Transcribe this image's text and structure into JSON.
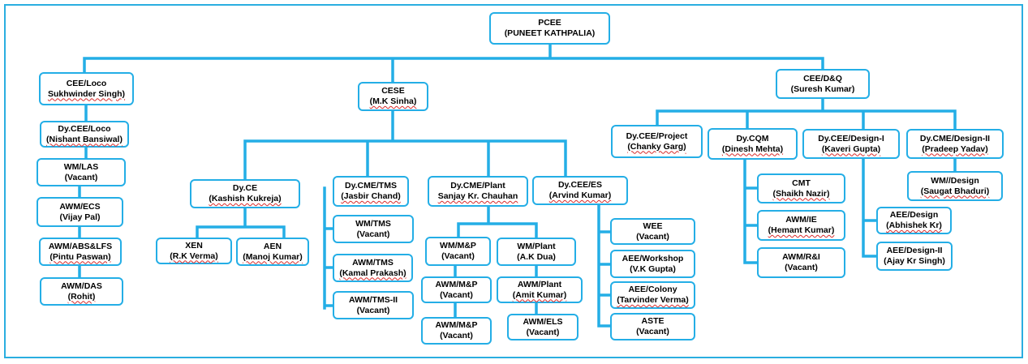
{
  "theme": {
    "accent": "#24aee6",
    "text": "#000000",
    "spellcheck": "#d82a2a"
  },
  "nodes": {
    "pcee": {
      "title": "PCEE",
      "name": "(PUNEET KATHPALIA)"
    },
    "cee_loco": {
      "title": "CEE/Loco",
      "name": "Sukhwinder Singh)"
    },
    "dy_cee_loco": {
      "title": "Dy.CEE/Loco",
      "name": "(Nishant Bansiwal)"
    },
    "wm_las": {
      "title": "WM/LAS",
      "name": "(Vacant)"
    },
    "awm_ecs": {
      "title": "AWM/ECS",
      "name": "(Vijay Pal)"
    },
    "awm_abs": {
      "title": "AWM/ABS&LFS",
      "name": "(Pintu Paswan)"
    },
    "awm_das": {
      "title": "AWM/DAS",
      "name": "(Rohit)"
    },
    "cese": {
      "title": "CESE",
      "name": "(M.K Sinha)"
    },
    "dy_ce": {
      "title": "Dy.CE",
      "name": "(Kashish Kukreja)"
    },
    "xen": {
      "title": "XEN",
      "name": "(R.K Verma)"
    },
    "aen": {
      "title": "AEN",
      "name": "(Manoj Kumar)"
    },
    "dy_cme_tms": {
      "title": "Dy.CME/TMS",
      "name": "(Jasbir Chand)"
    },
    "wm_tms": {
      "title": "WM/TMS",
      "name": "(Vacant)"
    },
    "awm_tms": {
      "title": "AWM/TMS",
      "name": "(Kamal Prakash)"
    },
    "awm_tms2": {
      "title": "AWM/TMS-II",
      "name": "(Vacant)"
    },
    "dy_cme_plant": {
      "title": "Dy.CME/Plant",
      "name": "Sanjay Kr. Chauhan"
    },
    "wm_mp": {
      "title": "WM/M&P",
      "name": "(Vacant)"
    },
    "awm_mp1": {
      "title": "AWM/M&P",
      "name": "(Vacant)"
    },
    "awm_mp2": {
      "title": "AWM/M&P",
      "name": "(Vacant)"
    },
    "wm_plant": {
      "title": "WM/Plant",
      "name": "(A.K Dua)"
    },
    "awm_plant": {
      "title": "AWM/Plant",
      "name": "(Amit Kumar)"
    },
    "awm_els": {
      "title": "AWM/ELS",
      "name": "(Vacant)"
    },
    "dy_cee_es": {
      "title": "Dy.CEE/ES",
      "name": "(Arvind Kumar)"
    },
    "wee": {
      "title": "WEE",
      "name": "(Vacant)"
    },
    "aee_workshop": {
      "title": "AEE/Workshop",
      "name": "(V.K Gupta)"
    },
    "aee_colony": {
      "title": "AEE/Colony",
      "name": "(Tarvinder Verma)"
    },
    "aste": {
      "title": "ASTE",
      "name": "(Vacant)"
    },
    "cee_dq": {
      "title": "CEE/D&Q",
      "name": "(Suresh Kumar)"
    },
    "dy_cee_project": {
      "title": "Dy.CEE/Project",
      "name": "(Chanky Garg)"
    },
    "dy_cqm": {
      "title": "Dy.CQM",
      "name": "(Dinesh Mehta)"
    },
    "cmt": {
      "title": "CMT",
      "name": "(Shaikh Nazir)"
    },
    "awm_ie": {
      "title": "AWM/IE",
      "name": "(Hemant Kumar)"
    },
    "awm_ri": {
      "title": "AWM/R&I",
      "name": "(Vacant)"
    },
    "dy_cee_design1": {
      "title": "Dy.CEE/Design-I",
      "name": "(Kaveri Gupta)"
    },
    "aee_design": {
      "title": "AEE/Design",
      "name": "(Abhishek Kr)"
    },
    "aee_design2": {
      "title": "AEE/Design-II",
      "name": "(Ajay Kr Singh)"
    },
    "dy_cme_design2": {
      "title": "Dy.CME/Design-II",
      "name": "(Pradeep Yadav)"
    },
    "wm_design": {
      "title": "WM//Design",
      "name": "(Saugat Bhaduri)"
    }
  }
}
